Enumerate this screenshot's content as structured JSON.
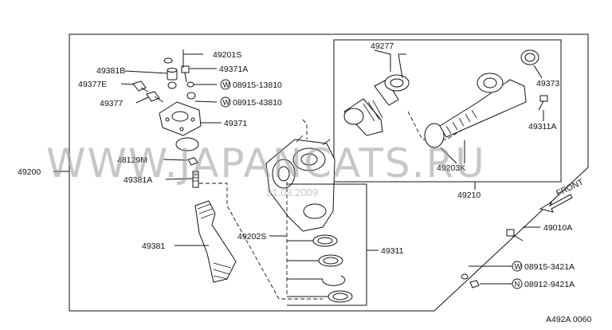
{
  "labels": {
    "p49201S": "49201S",
    "p49381B": "49381B",
    "p49371A": "49371A",
    "p49377E": "49377E",
    "p08915_13810": "08915-13810",
    "p49377": "49377",
    "p08915_43810": "08915-43810",
    "p49371": "49371",
    "p49200": "49200",
    "p48129M": "48129M",
    "p49381A": "49381A",
    "p49381": "49381",
    "p49202S": "49202S",
    "p49311": "49311",
    "p49277": "49277",
    "p49373": "49373",
    "p49311A": "49311A",
    "p49203K": "49203K",
    "p49210": "49210",
    "p49010A": "49010A",
    "p08915_3421A": "08915-3421A",
    "p08912_9421A": "08912-9421A"
  },
  "badges": {
    "washer": "W",
    "nut": "N"
  },
  "front_label": "FRONT",
  "watermark": {
    "text": "WWW.JAPANCATS.RU",
    "date": "21.03.2009"
  },
  "diagram_code": "A492A 0060"
}
